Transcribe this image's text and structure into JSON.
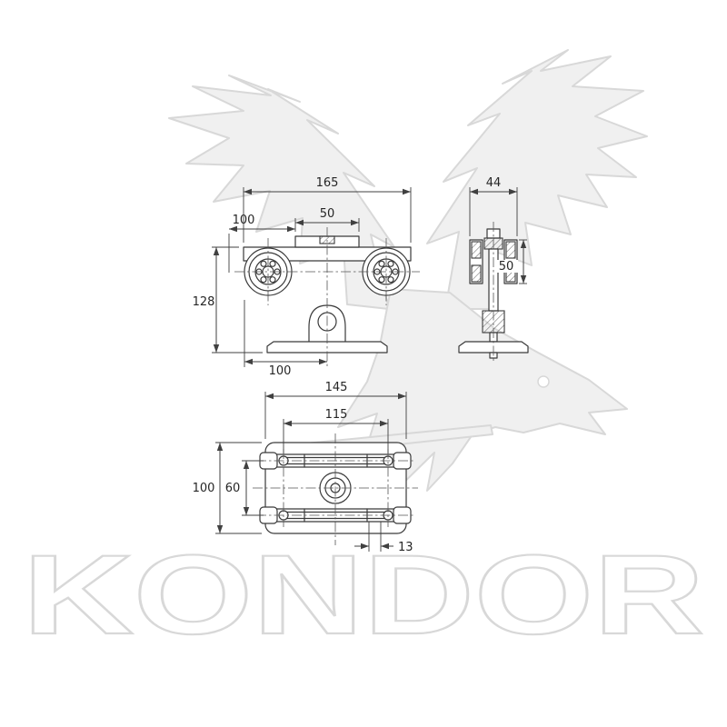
{
  "brand": {
    "watermark_text": "KONDOR"
  },
  "drawing": {
    "front_view": {
      "dim_total_width": "165",
      "dim_slot_width": "50",
      "dim_left_offset": "100",
      "dim_height": "128",
      "dim_base_offset": "100"
    },
    "side_view": {
      "dim_width": "44",
      "dim_roller_height": "50"
    },
    "top_view": {
      "dim_total_width": "145",
      "dim_hole_spacing": "115",
      "dim_total_height": "100",
      "dim_inner_height": "60",
      "dim_roller_width": "13"
    }
  },
  "colors": {
    "line": "#3a3a3a",
    "dim": "#404040",
    "centerline": "#555555",
    "watermark_fill": "#f0f0f0",
    "watermark_stroke": "#d8d8d8",
    "background": "#ffffff"
  }
}
